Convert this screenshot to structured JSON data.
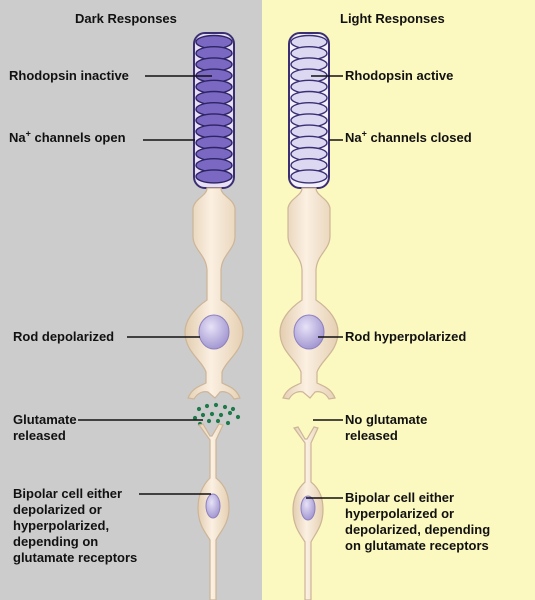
{
  "dark": {
    "title": "Dark Responses",
    "rhodopsin": "Rhodopsin inactive",
    "channels_prefix": "Na",
    "channels_sup": "+",
    "channels_suffix": " channels open",
    "rod": "Rod depolarized",
    "glutamate_line1": "Glutamate",
    "glutamate_line2": "released",
    "bipolar_line1": "Bipolar cell either",
    "bipolar_line2": "depolarized or",
    "bipolar_line3": "hyperpolarized,",
    "bipolar_line4": "depending on",
    "bipolar_line5": "glutamate receptors"
  },
  "light": {
    "title": "Light Responses",
    "rhodopsin": "Rhodopsin active",
    "channels_prefix": "Na",
    "channels_sup": "+",
    "channels_suffix": " channels closed",
    "rod": "Rod hyperpolarized",
    "glutamate_line1": "No glutamate",
    "glutamate_line2": "released",
    "bipolar_line1": "Bipolar cell either",
    "bipolar_line2": "hyperpolarized or",
    "bipolar_line3": "depolarized, depending",
    "bipolar_line4": "on glutamate receptors"
  },
  "colors": {
    "dark_bg": "#cccccc",
    "light_bg": "#fbf8c0",
    "cell_body": "#f6e6d1",
    "cell_outline": "#cdb597",
    "disc_dark": "#7a68c2",
    "disc_light": "#dcd8f2",
    "nucleus": "#b8aedb",
    "glutamate": "#1e7a4a"
  }
}
